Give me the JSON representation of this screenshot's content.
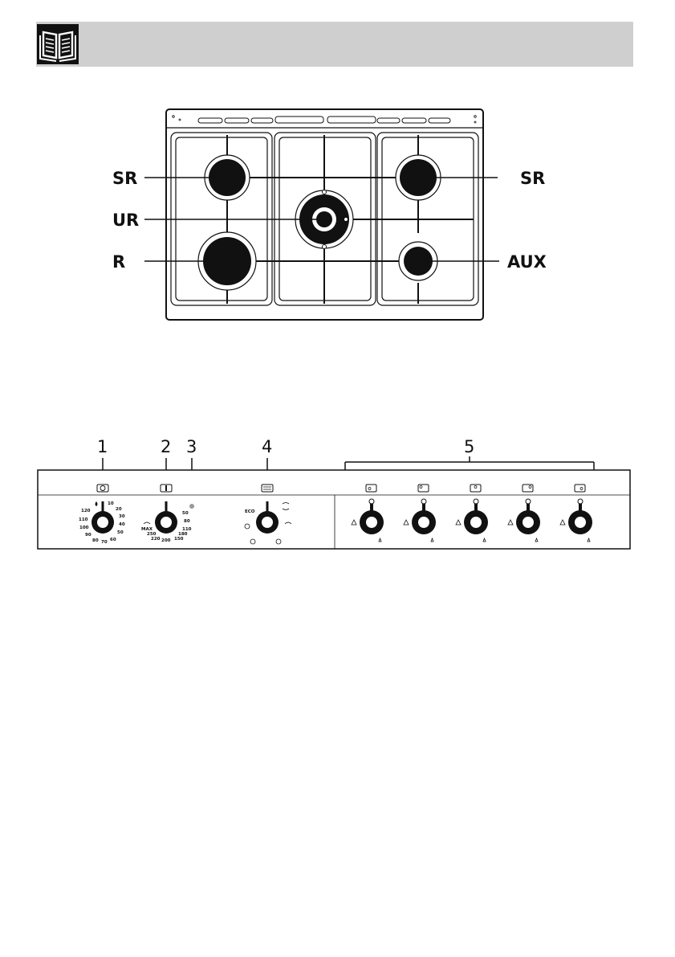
{
  "hob": {
    "labels": {
      "sr_left": "SR",
      "ur": "UR",
      "r": "R",
      "sr_right": "SR",
      "aux": "AUX"
    }
  },
  "panel": {
    "callouts": [
      "1",
      "2",
      "3",
      "4",
      "5"
    ],
    "timer_scale": [
      "10",
      "20",
      "30",
      "40",
      "50",
      "60",
      "70",
      "80",
      "90",
      "100",
      "110",
      "120"
    ],
    "thermostat_scale": [
      "50",
      "80",
      "110",
      "150",
      "180",
      "200",
      "220",
      "250",
      "MAX"
    ],
    "function_label": "ECO",
    "burner_knob_count": 5
  },
  "icons": [
    "book-icon",
    "clock-icon",
    "thermometer-icon",
    "oven-icon",
    "burner-position-icon",
    "flame-icon",
    "hand-icon"
  ],
  "colors": {
    "header_bar": "#cfcfcf",
    "line": "#111111",
    "background": "#ffffff"
  }
}
